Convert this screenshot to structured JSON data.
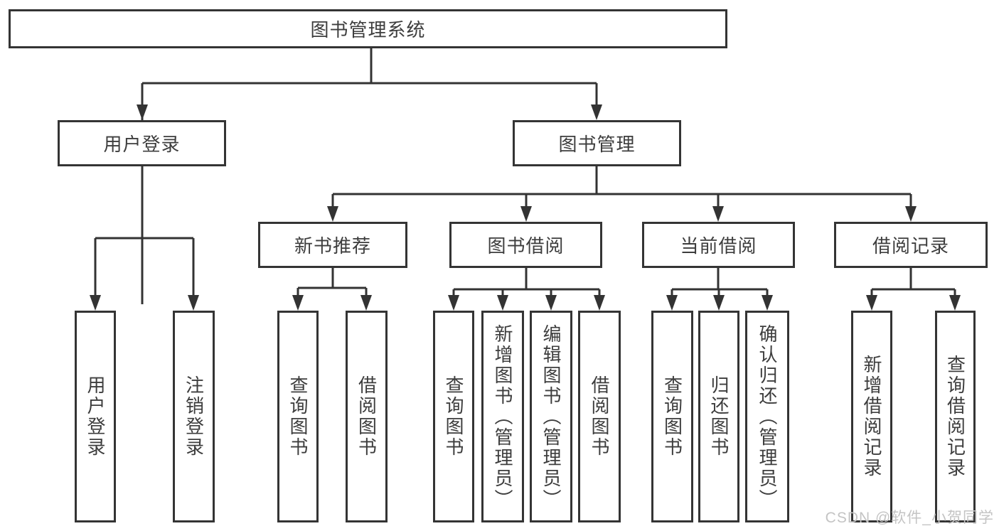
{
  "title": "图书管理系统",
  "watermark": "CSDN @软件_小贺同学",
  "colors": {
    "line": "#333333",
    "box_border": "#343434",
    "text": "#3d3d3d",
    "watermark": "#c4c4c4",
    "background": "#ffffff"
  },
  "tree": {
    "label": "图书管理系统",
    "children": [
      {
        "label": "用户登录",
        "children": [
          {
            "label": "用户登录"
          },
          {
            "label": "注销登录"
          }
        ]
      },
      {
        "label": "图书管理",
        "children": [
          {
            "label": "新书推荐",
            "children": [
              {
                "label": "查询图书"
              },
              {
                "label": "借阅图书"
              }
            ]
          },
          {
            "label": "图书借阅",
            "children": [
              {
                "label": "查询图书"
              },
              {
                "label": "新增图书（管理员）"
              },
              {
                "label": "编辑图书（管理员）"
              },
              {
                "label": "借阅图书"
              }
            ]
          },
          {
            "label": "当前借阅",
            "children": [
              {
                "label": "查询图书"
              },
              {
                "label": "归还图书"
              },
              {
                "label": "确认归还（管理员）"
              }
            ]
          },
          {
            "label": "借阅记录",
            "children": [
              {
                "label": "新增借阅记录"
              },
              {
                "label": "查询借阅记录"
              }
            ]
          }
        ]
      }
    ]
  }
}
